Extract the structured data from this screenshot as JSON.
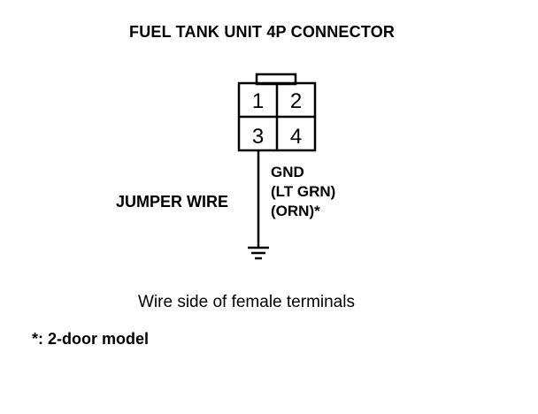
{
  "title": "FUEL TANK UNIT 4P CONNECTOR",
  "connector": {
    "pins": [
      "1",
      "2",
      "3",
      "4"
    ]
  },
  "labels": {
    "jumper": "JUMPER WIRE",
    "gnd": "GND",
    "wire_color_1": "(LT GRN)",
    "wire_color_2": "(ORN)*"
  },
  "view_note": "Wire side of female terminals",
  "footnote": "*: 2-door model"
}
